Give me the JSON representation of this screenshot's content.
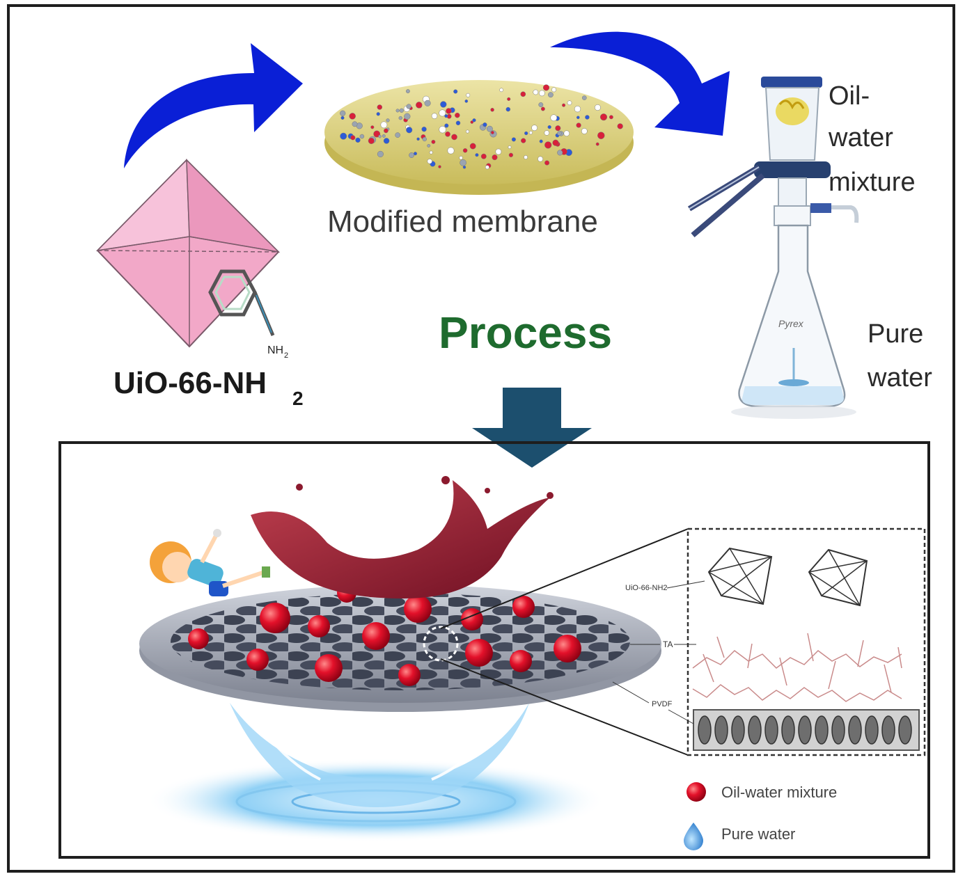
{
  "labels": {
    "mof_name": "UiO-66-NH",
    "mof_subscript": "2",
    "nh2_label": "NH",
    "nh2_subscript": "2",
    "membrane": "Modified membrane",
    "oil_water_line1": "Oil-",
    "oil_water_line2": "water",
    "oil_water_line3": "mixture",
    "pure_water_line1": "Pure",
    "pure_water_line2": "water",
    "process": "Process",
    "flask_brand": "Pyrex",
    "inset_uio": "UiO-66-NH2",
    "inset_ta": "TA",
    "inset_pvdf": "PVDF"
  },
  "legend": [
    {
      "label": "Oil-water mixture",
      "icon": "red-sphere-icon"
    },
    {
      "label": "Pure water",
      "icon": "water-drop-icon"
    }
  ],
  "colors": {
    "arrow_blue": "#0a1fd6",
    "process_green": "#1e6b2e",
    "down_arrow": "#1c4f6e",
    "octahedron_pink": "#f2a8c8",
    "membrane_gold": "#d9cf7a",
    "oil_red": "#8b1a2e",
    "water_blue": "#4aa3e0"
  }
}
